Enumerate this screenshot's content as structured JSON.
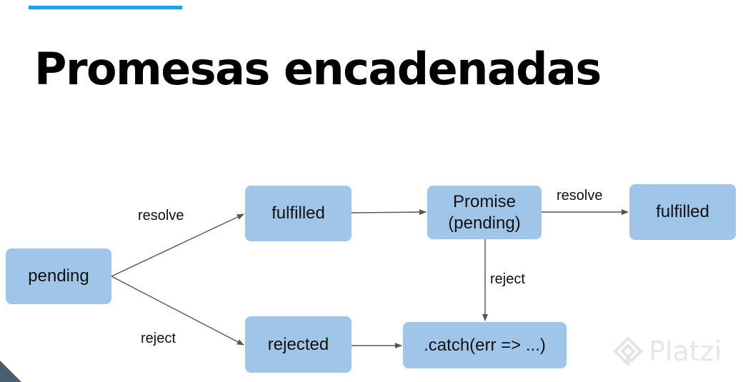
{
  "title": "Promesas encadenadas",
  "nodes": {
    "pending": "pending",
    "fulfilled_1": "fulfilled",
    "rejected": "rejected",
    "promise_line1": "Promise",
    "promise_line2": "(pending)",
    "fulfilled_2": "fulfilled",
    "catch": ".catch(err => ...)"
  },
  "edges": {
    "pending_resolve": "resolve",
    "pending_reject": "reject",
    "promise_resolve": "resolve",
    "promise_reject": "reject"
  },
  "watermark": "Platzi",
  "colors": {
    "accent": "#1ea1e8",
    "node_fill": "#9fc5e8",
    "arrow": "#555555"
  }
}
